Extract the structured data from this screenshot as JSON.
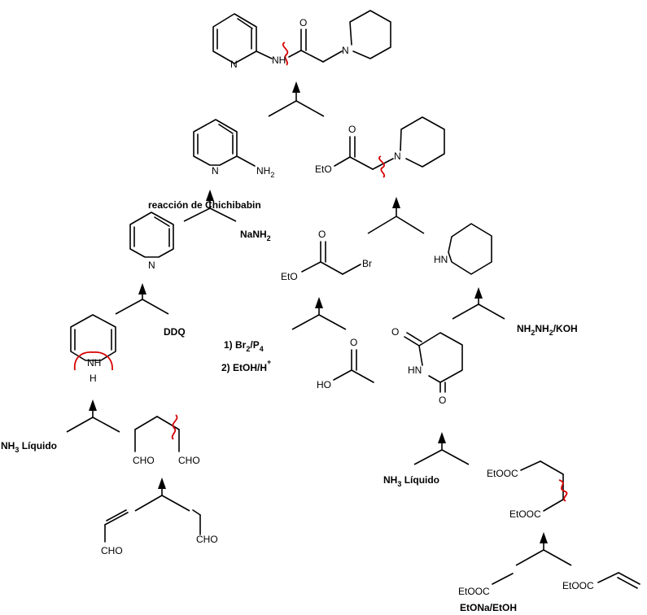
{
  "atoms": {
    "N": "N",
    "NH": "NH",
    "NH2": "NH",
    "NH2_sub": "2",
    "O": "O",
    "EtO": "EtO",
    "Br": "Br",
    "HO": "HO",
    "HN": "HN",
    "HN_ring": "HN",
    "H": "H",
    "CHO": "CHO",
    "EtOOC": "EtOOC"
  },
  "labels": {
    "chichibabin": "reacción de Chichibabin",
    "nanh2_main": "NaNH",
    "nanh2_sub": "2",
    "ddq": "DDQ",
    "nh3_main": "NH",
    "nh3_sub": "3",
    "liquido": " Líquido",
    "hydrazine_a": "NH",
    "hydrazine_b": "NH",
    "hydrazine_c": "/KOH",
    "sub2": "2",
    "step1_a": "1) Br",
    "step1_b": "/P",
    "sub4": "4",
    "step2": "2) EtOH/H",
    "plus": "+",
    "etona": "EtONa/EtOH"
  }
}
